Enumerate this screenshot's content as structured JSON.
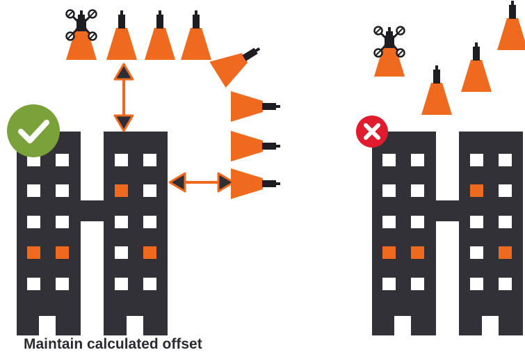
{
  "caption": "Maintain calculated offset",
  "colors": {
    "building": "#323137",
    "window": "#ffffff",
    "window_lit": "#ef6a1f",
    "light_cone": "#ef6a1f",
    "light_head": "#1d1d22",
    "arrow_line": "#ef6a1f",
    "arrow_head": "#2f2e34",
    "check_badge": "#7ba23a",
    "cross_badge": "#e01b2e",
    "background": "#ffffff"
  },
  "panels": [
    {
      "id": "correct",
      "status": "check-icon"
    },
    {
      "id": "incorrect",
      "status": "cross-icon"
    }
  ]
}
